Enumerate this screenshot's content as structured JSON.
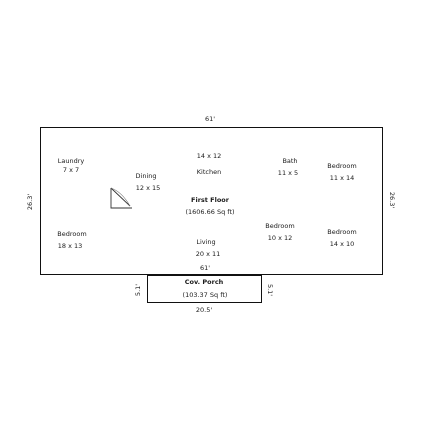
{
  "dimensions": {
    "top": "61'",
    "left": "26.3'",
    "right": "26.3'",
    "bottom_main": "61'",
    "porch_left": "5.1'",
    "porch_right": "5.1'",
    "porch_bottom": "20.5'"
  },
  "floor": {
    "name": "First Floor",
    "area": "(1606.66 Sq ft)"
  },
  "rooms": {
    "laundry": {
      "name": "Laundry",
      "size": "7 x 7"
    },
    "dining": {
      "name": "Dining",
      "size": "12 x 15"
    },
    "kitchen": {
      "name": "Kitchen",
      "size": "14 x 12"
    },
    "bath": {
      "name": "Bath",
      "size": "11 x 5"
    },
    "bedroom_ne": {
      "name": "Bedroom",
      "size": "11 x 14"
    },
    "bedroom_w": {
      "name": "Bedroom",
      "size": "18 x 13"
    },
    "living": {
      "name": "Living",
      "size": "20 x 11"
    },
    "bedroom_c": {
      "name": "Bedroom",
      "size": "10 x 12"
    },
    "bedroom_se": {
      "name": "Bedroom",
      "size": "14 x 10"
    }
  },
  "porch": {
    "name": "Cov. Porch",
    "area": "(103.37 Sq ft)"
  }
}
